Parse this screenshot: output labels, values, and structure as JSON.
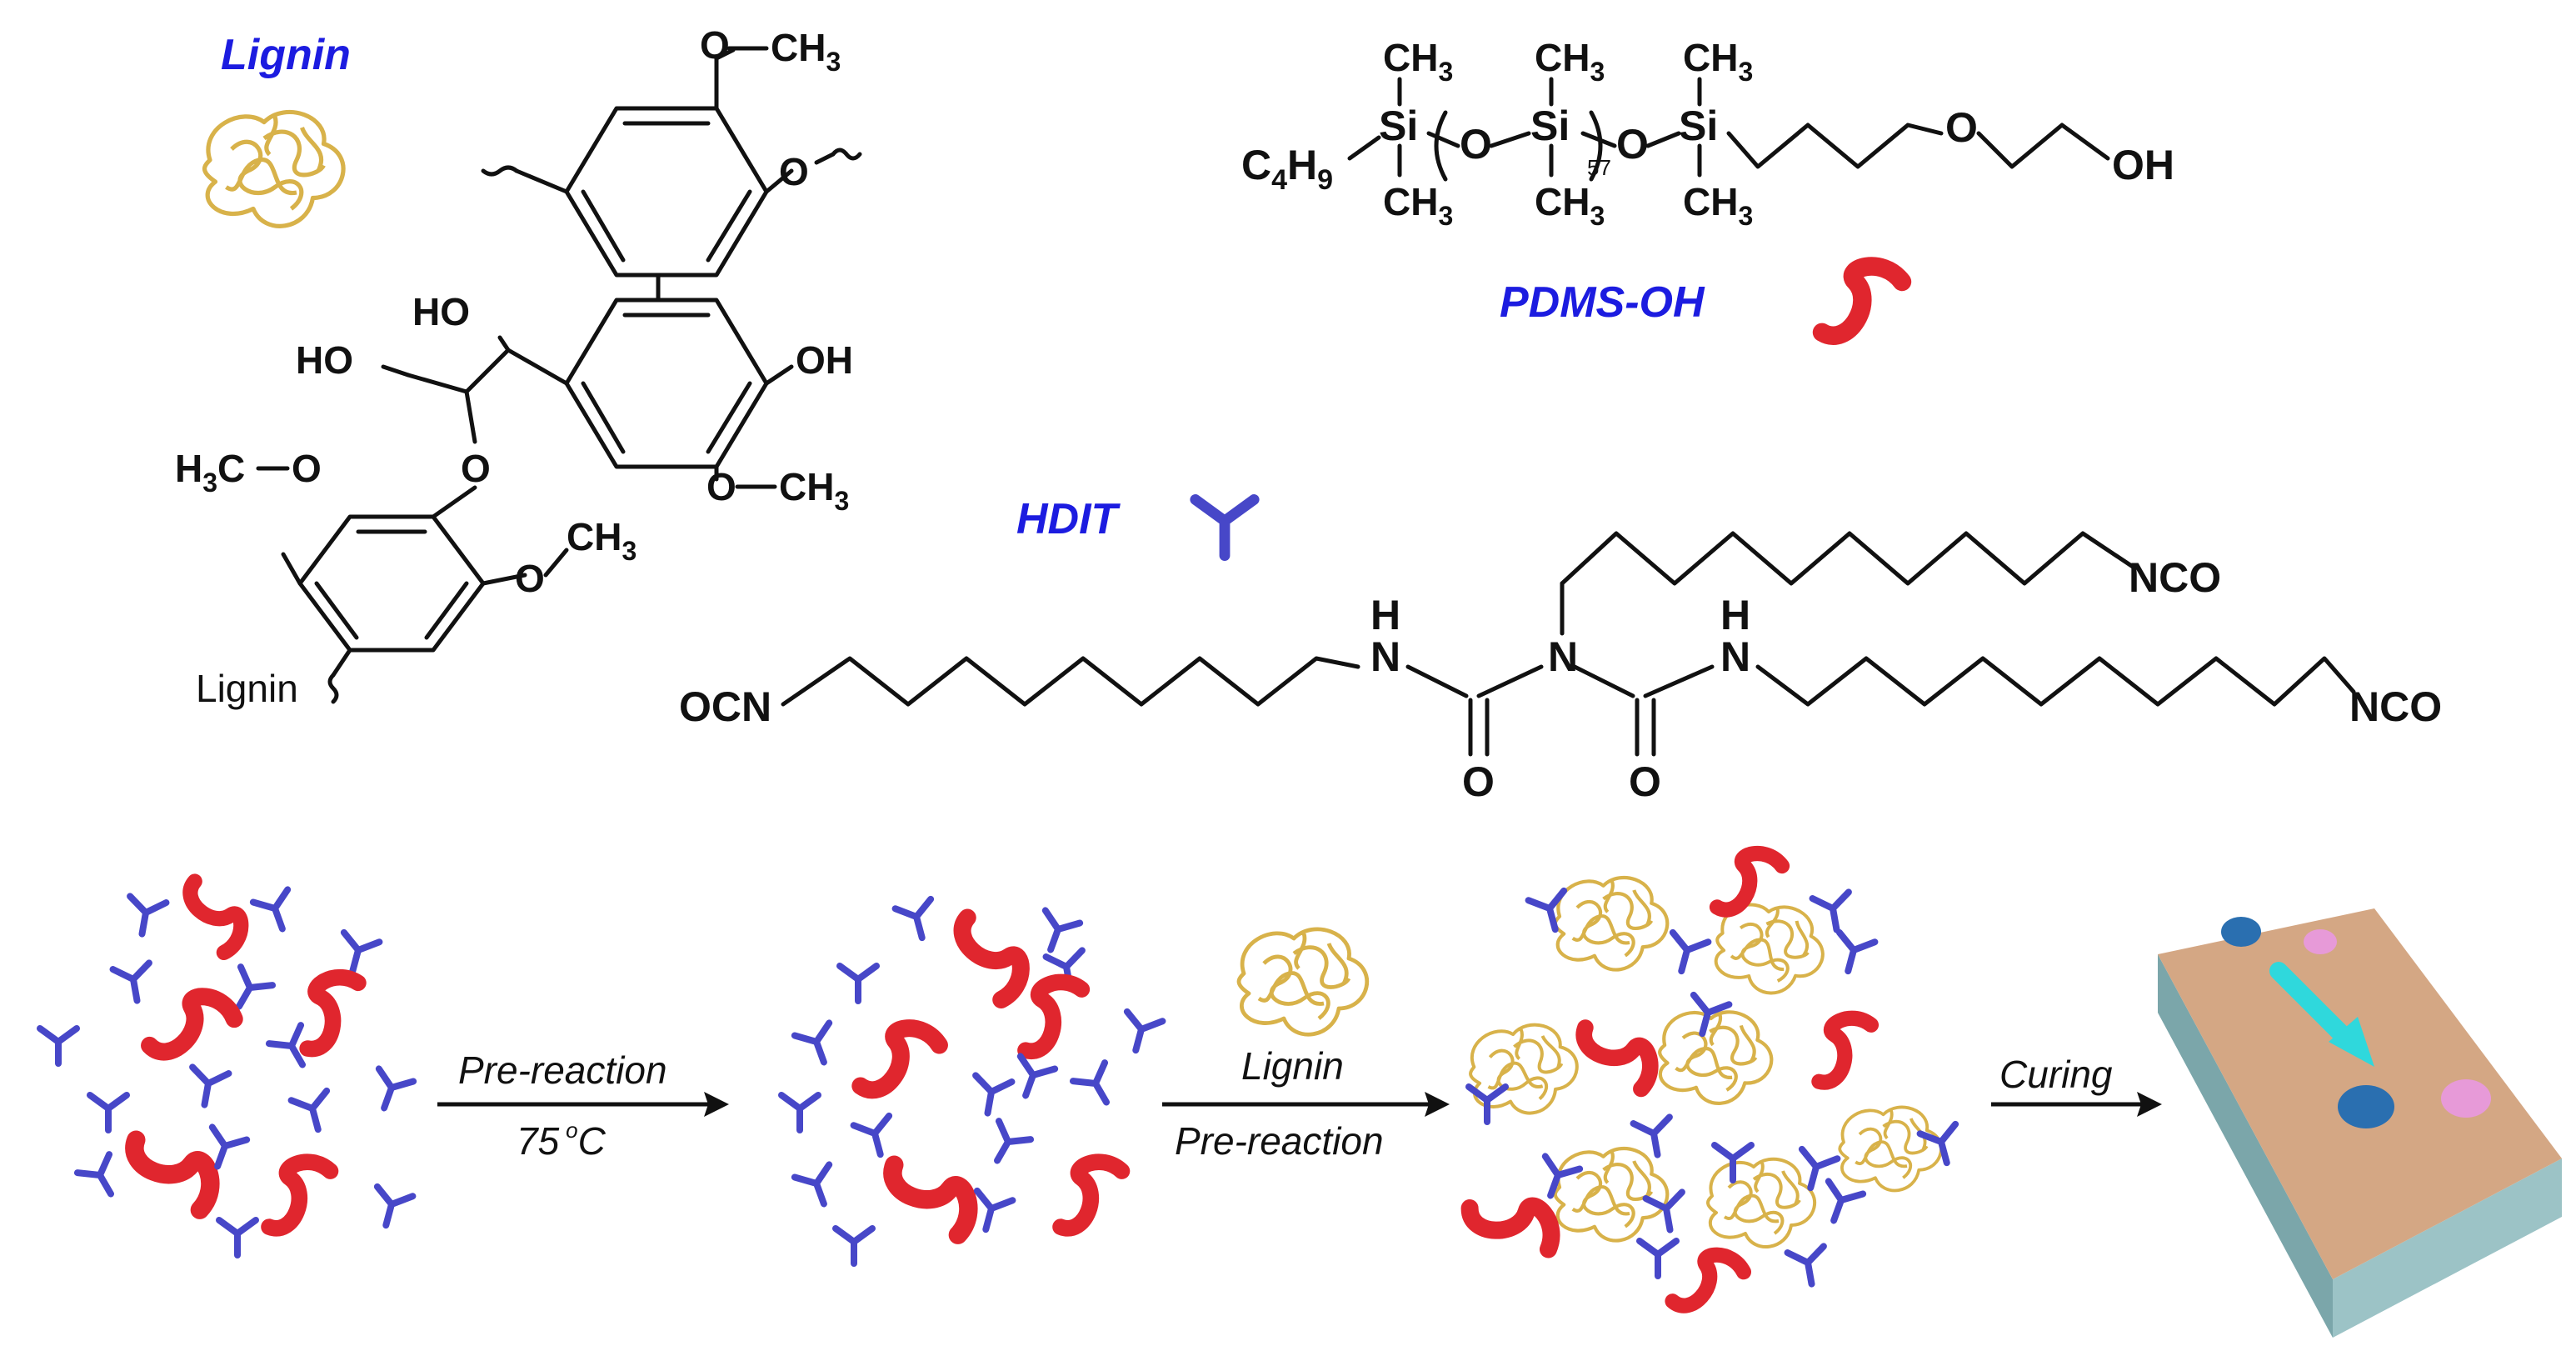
{
  "colors": {
    "title": "#1c1ce0",
    "lignin": "#d8b24a",
    "pdms": "#e0262e",
    "hdit": "#4747c8",
    "slab_top": "#d4a784",
    "slab_side": "#9cc3c6",
    "droplet_blue": "#2a6fb0",
    "droplet_pink": "#e79ad8",
    "arrow_slide": "#2fd8dc"
  },
  "titles": {
    "lignin": "Lignin",
    "pdms": "PDMS-OH",
    "hdit": "HDIT"
  },
  "lignin_structure": {
    "ome_top": "O",
    "ch3_top": "CH",
    "ch3_top_sub": "3",
    "o_link_top": "O",
    "ho_a": "HO",
    "ho_b": "HO",
    "oh_ring": "OH",
    "ome_mid": "O",
    "ch3_mid": "CH",
    "ch3_mid_sub": "3",
    "h3c": "H",
    "h3c_sub": "3",
    "h3c_c": "C",
    "o_ether_left": "O",
    "o_ether": "O",
    "o_ring_right": "O",
    "ch3_low": "CH",
    "ch3_low_sub": "3",
    "lignin_label": "Lignin"
  },
  "pdms_structure": {
    "c4h9": "C",
    "c4h9_4": "4",
    "c4h9_h": "H",
    "c4h9_9": "9",
    "si": "Si",
    "o": "O",
    "ch3": "CH",
    "sub3": "3",
    "repeat": "57",
    "o_ether": "O",
    "oh": "OH"
  },
  "hdit_structure": {
    "ocn": "OCN",
    "nco": "NCO",
    "n": "N",
    "h": "H",
    "o": "O"
  },
  "process": {
    "step1_top": "Pre-reaction",
    "step1_bottom_value": "75",
    "step1_bottom_deg": "o",
    "step1_bottom_unit": "C",
    "step2_top": "Lignin",
    "step2_bottom": "Pre-reaction",
    "step3_top": "Curing"
  }
}
